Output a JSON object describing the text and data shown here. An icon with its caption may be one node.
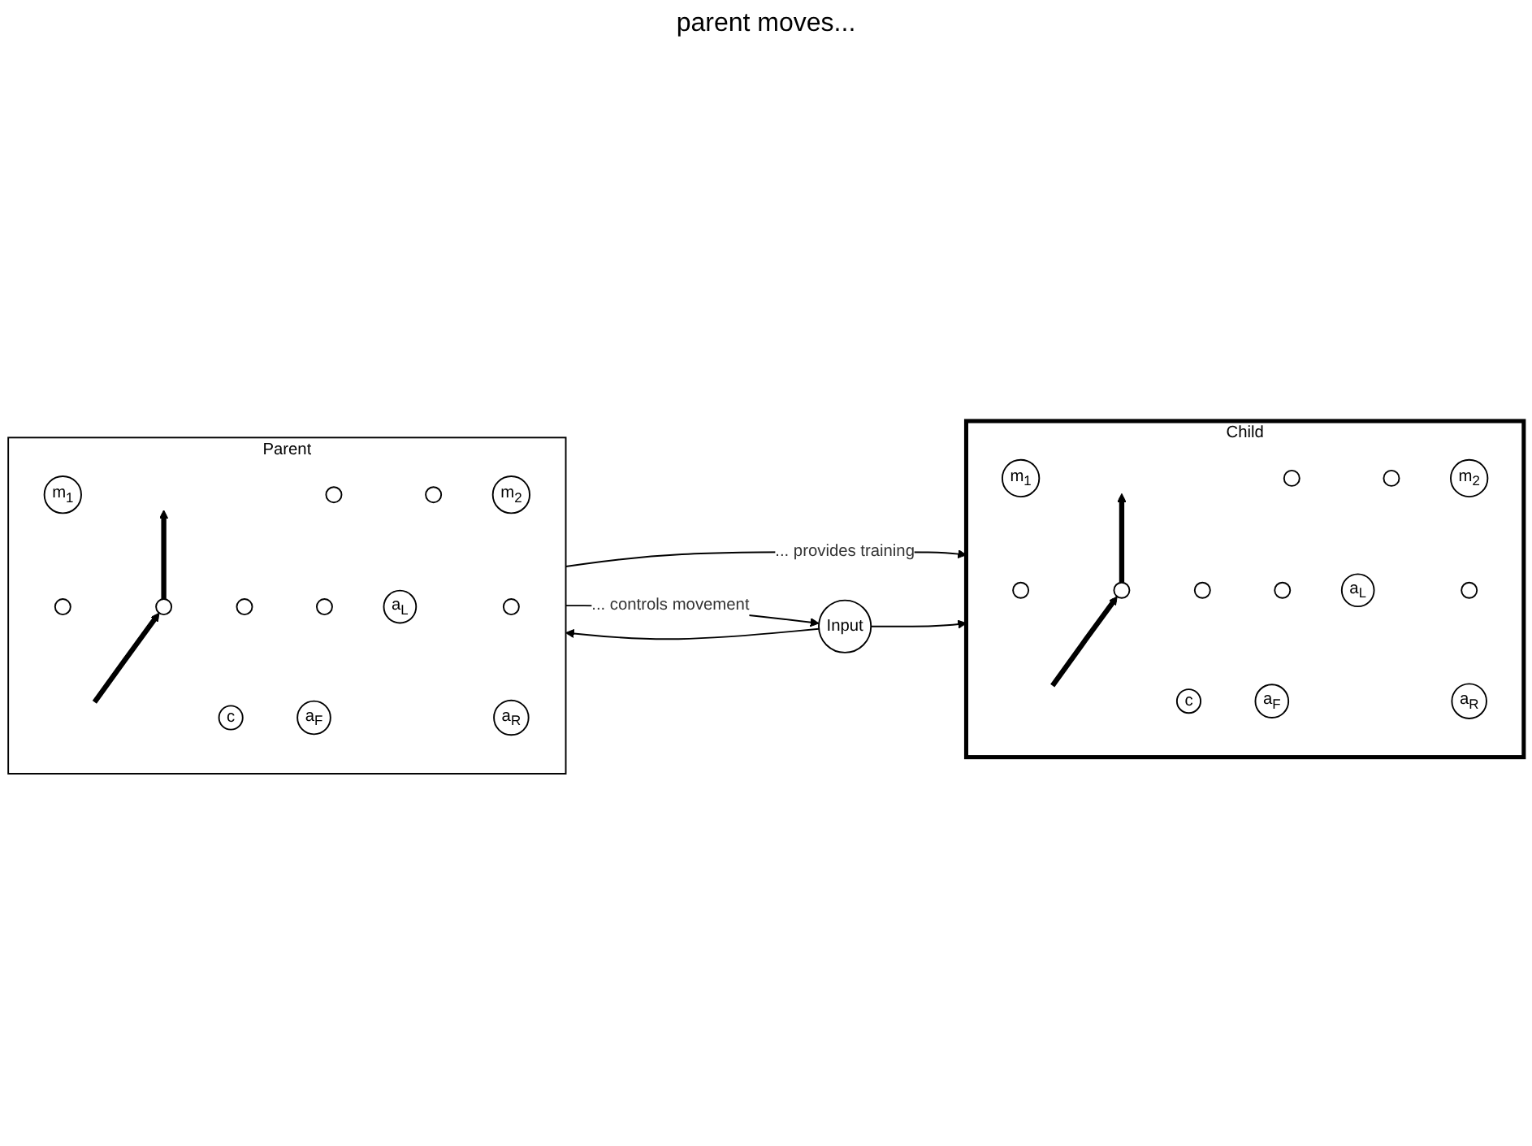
{
  "diagram": {
    "nodes": [
      {
        "text": [
          "Parent"
        ]
      },
      {
        "text": [
          "m$_{1}$"
        ],
        "in": 0
      },
      {
        "text": [
          "m$_{2}$"
        ],
        "in": 0
      },
      {
        "text": [],
        "shape": "circle",
        "in": 0
      },
      {
        "text": [],
        "shape": "circle",
        "in": 0
      },
      {
        "text": [],
        "shape": "circle",
        "in": 0
      },
      {
        "text": [],
        "shape": "circle",
        "in": 0
      },
      {
        "text": [],
        "shape": "circle",
        "in": 0
      },
      {
        "text": [],
        "shape": "circle",
        "in": 0
      },
      {
        "text": [],
        "shape": "circle",
        "in": 0
      },
      {
        "text": [
          "c"
        ],
        "in": 0
      },
      {
        "text": [
          "a$_{F}$"
        ],
        "in": 0
      },
      {
        "text": [
          "a$_{L}$"
        ],
        "in": 0
      },
      {
        "text": [
          "a$_{R}$"
        ],
        "in": 0
      },
      {
        "text": [
          "Child"
        ]
      },
      {
        "text": [
          "m$_{1}$"
        ],
        "in": 14
      },
      {
        "text": [
          "m$_{2}$"
        ],
        "in": 14
      },
      {
        "text": [],
        "shape": "circle",
        "in": 14
      },
      {
        "text": [],
        "shape": "circle",
        "in": 14
      },
      {
        "text": [],
        "shape": "circle",
        "in": 14
      },
      {
        "text": [],
        "shape": "circle",
        "in": 14
      },
      {
        "text": [],
        "shape": "circle",
        "in": 14
      },
      {
        "text": [],
        "shape": "circle",
        "in": 14
      },
      {
        "text": [],
        "shape": "circle",
        "in": 14
      },
      {
        "text": [
          "c"
        ],
        "in": 14
      },
      {
        "text": [
          "a$_{F}$"
        ],
        "in": 14
      },
      {
        "text": [
          "a$_{L}$"
        ],
        "in": 14
      },
      {
        "text": [
          "a$_{R}$"
        ],
        "in": 14
      },
      {
        "text": [
          "Input"
        ]
      }
    ],
    "edges": [
      {
        "from": 0,
        "to": 14,
        "arrow": "to",
        "label": "... provides training"
      },
      {
        "from": 0,
        "to": 28,
        "arrow": "to",
        "label": "... controls movement"
      },
      {
        "from": 28,
        "to": 0,
        "arrow": "to"
      },
      {
        "from": 28,
        "to": 14,
        "arrow": "to"
      },
      {
        "from": null,
        "to": 6,
        "arrow": "to",
        "style": "thick"
      },
      {
        "from": 6,
        "to": null,
        "arrow": "to",
        "style": "thick"
      },
      {
        "from": null,
        "to": 20,
        "arrow": "to",
        "style": "thick"
      },
      {
        "from": 20,
        "to": null,
        "arrow": "to",
        "style": "thick"
      }
    ],
    "labels": [
      "parent moves..."
    ]
  }
}
